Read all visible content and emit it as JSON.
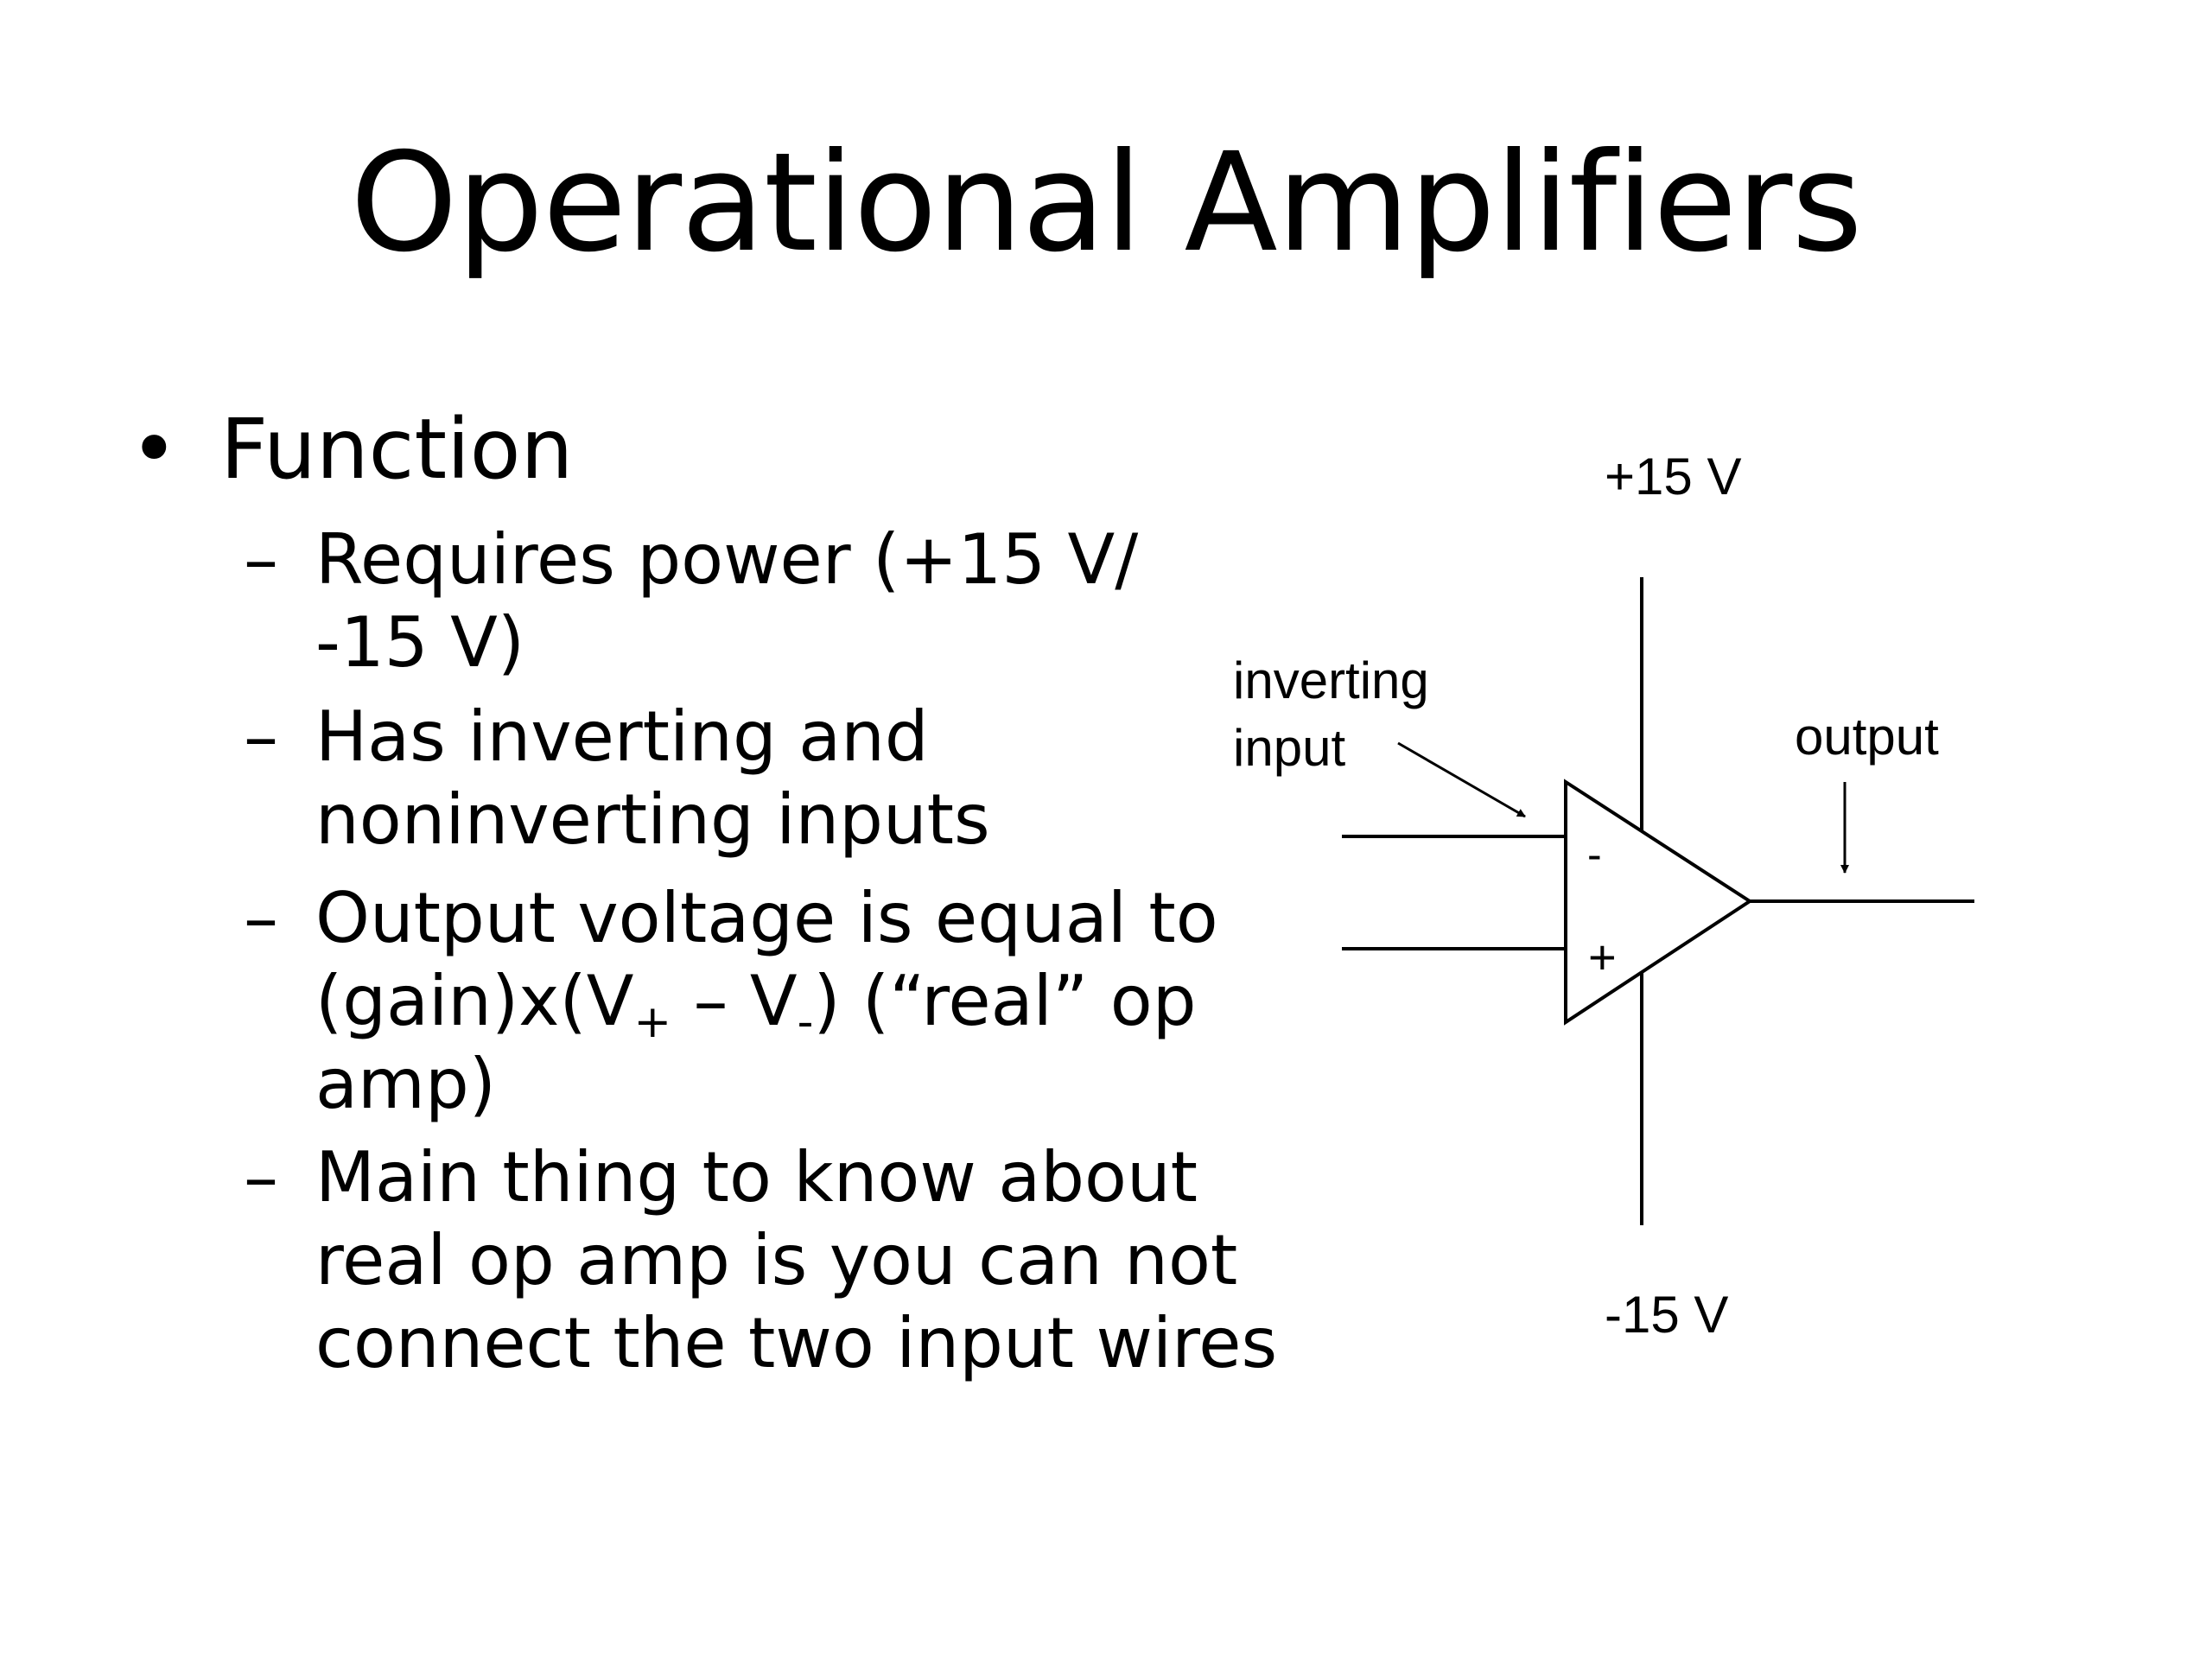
{
  "slide": {
    "title": "Operational Amplifiers",
    "bullet": {
      "marker": "•",
      "text": "Function"
    },
    "subbullets": [
      {
        "marker": "–",
        "lines": [
          "Requires power (+15 V/",
          "-15 V)"
        ]
      },
      {
        "marker": "–",
        "lines": [
          "Has inverting and",
          "noninverting inputs"
        ]
      },
      {
        "marker": "–",
        "line1": "Output voltage is equal to",
        "line2_a": "(gain)x(V",
        "line2_sub1": "+",
        "line2_b": " – V",
        "line2_sub2": "-",
        "line2_c": ") (“real” op",
        "line3": "amp)"
      },
      {
        "marker": "–",
        "lines": [
          "Main thing to know about",
          "real op amp is you can not",
          "connect the two input wires"
        ]
      }
    ]
  },
  "diagram": {
    "supply_positive": "+15 V",
    "supply_negative": "-15 V",
    "inverting_label_line1": "inverting",
    "inverting_label_line2": "input",
    "output_label": "output",
    "minus_sign": "-",
    "plus_sign": "+"
  }
}
